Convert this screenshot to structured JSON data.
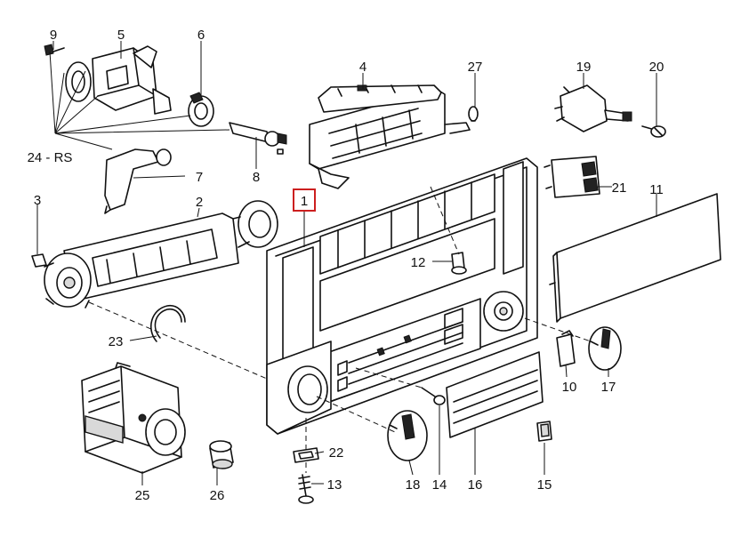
{
  "diagram": {
    "callouts": [
      {
        "id": "p1",
        "label": "1",
        "highlighted": true
      },
      {
        "id": "p2",
        "label": "2"
      },
      {
        "id": "p3",
        "label": "3"
      },
      {
        "id": "p4",
        "label": "4"
      },
      {
        "id": "p5",
        "label": "5"
      },
      {
        "id": "p6",
        "label": "6"
      },
      {
        "id": "p7",
        "label": "7"
      },
      {
        "id": "p8",
        "label": "8"
      },
      {
        "id": "p9",
        "label": "9"
      },
      {
        "id": "p10",
        "label": "10"
      },
      {
        "id": "p11",
        "label": "11"
      },
      {
        "id": "p12",
        "label": "12"
      },
      {
        "id": "p13",
        "label": "13"
      },
      {
        "id": "p14",
        "label": "14"
      },
      {
        "id": "p15",
        "label": "15"
      },
      {
        "id": "p16",
        "label": "16"
      },
      {
        "id": "p17",
        "label": "17"
      },
      {
        "id": "p18",
        "label": "18"
      },
      {
        "id": "p19",
        "label": "19"
      },
      {
        "id": "p20",
        "label": "20"
      },
      {
        "id": "p21",
        "label": "21"
      },
      {
        "id": "p22",
        "label": "22"
      },
      {
        "id": "p23",
        "label": "23"
      },
      {
        "id": "p24",
        "label": "24 - RS"
      },
      {
        "id": "p25",
        "label": "25"
      },
      {
        "id": "p26",
        "label": "26"
      },
      {
        "id": "p27",
        "label": "27"
      }
    ],
    "highlight_color": "#cc1f1f"
  }
}
